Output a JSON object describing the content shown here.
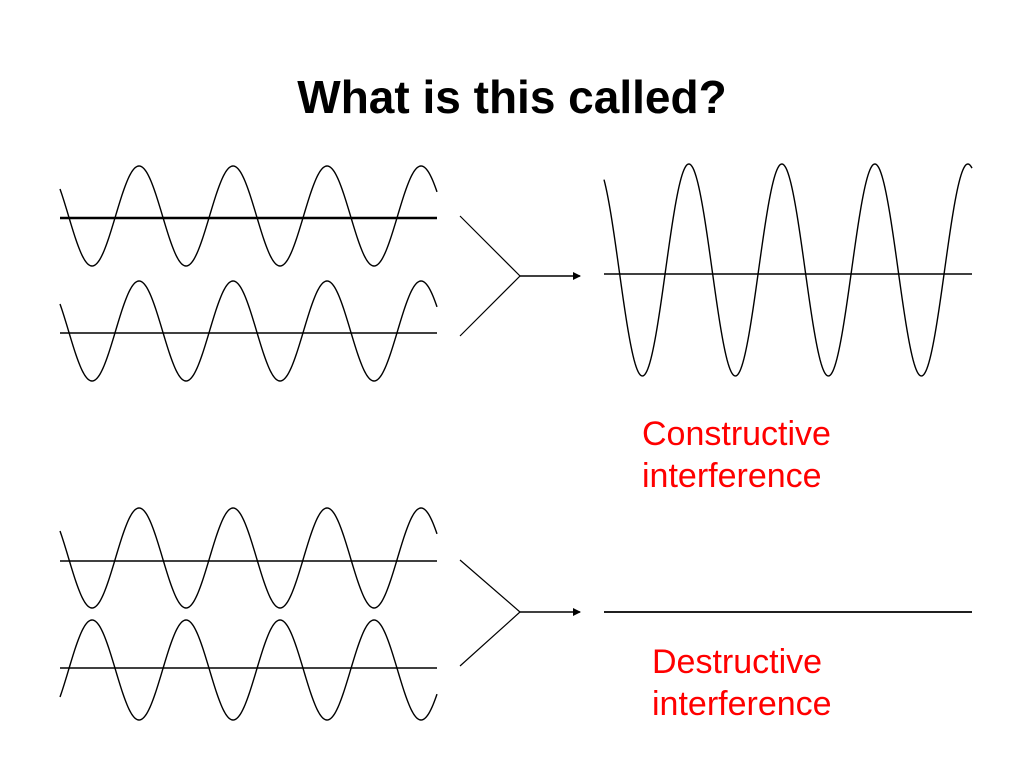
{
  "slide": {
    "title": "What is this called?"
  },
  "captions": {
    "constructive": {
      "line1": "Constructive",
      "line2": "interference"
    },
    "destructive": {
      "line1": "Destructive",
      "line2": "interference"
    }
  },
  "colors": {
    "title": "#000000",
    "caption": "#ff0000",
    "lines": "#000000",
    "background": "#ffffff"
  }
}
